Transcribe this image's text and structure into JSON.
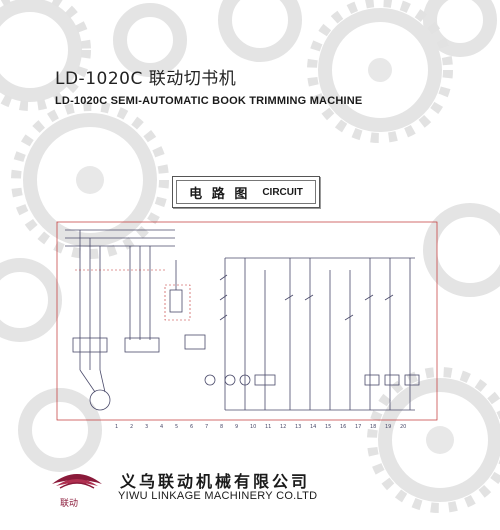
{
  "header": {
    "title_cn": "LD-1020C 联动切书机",
    "title_en": "LD-1020C SEMI-AUTOMATIC BOOK TRIMMING MACHINE"
  },
  "section": {
    "label_cn": "电 路 图",
    "label_en": "CIRCUIT"
  },
  "diagram": {
    "bottom_numbers": [
      "1",
      "2",
      "3",
      "4",
      "5",
      "6",
      "7",
      "8",
      "9",
      "10",
      "11",
      "12",
      "13",
      "14",
      "15",
      "16",
      "17",
      "18",
      "19",
      "20"
    ]
  },
  "footer": {
    "logo_text": "联动",
    "company_cn": "义乌联动机械有限公司",
    "company_en": "YIWU LINKAGE MACHINERY CO.LTD"
  },
  "colors": {
    "gear": "#e6e6e6",
    "schematic_line": "#4a4a6a",
    "schematic_red": "#c03030",
    "logo": "#8a1a3a"
  }
}
